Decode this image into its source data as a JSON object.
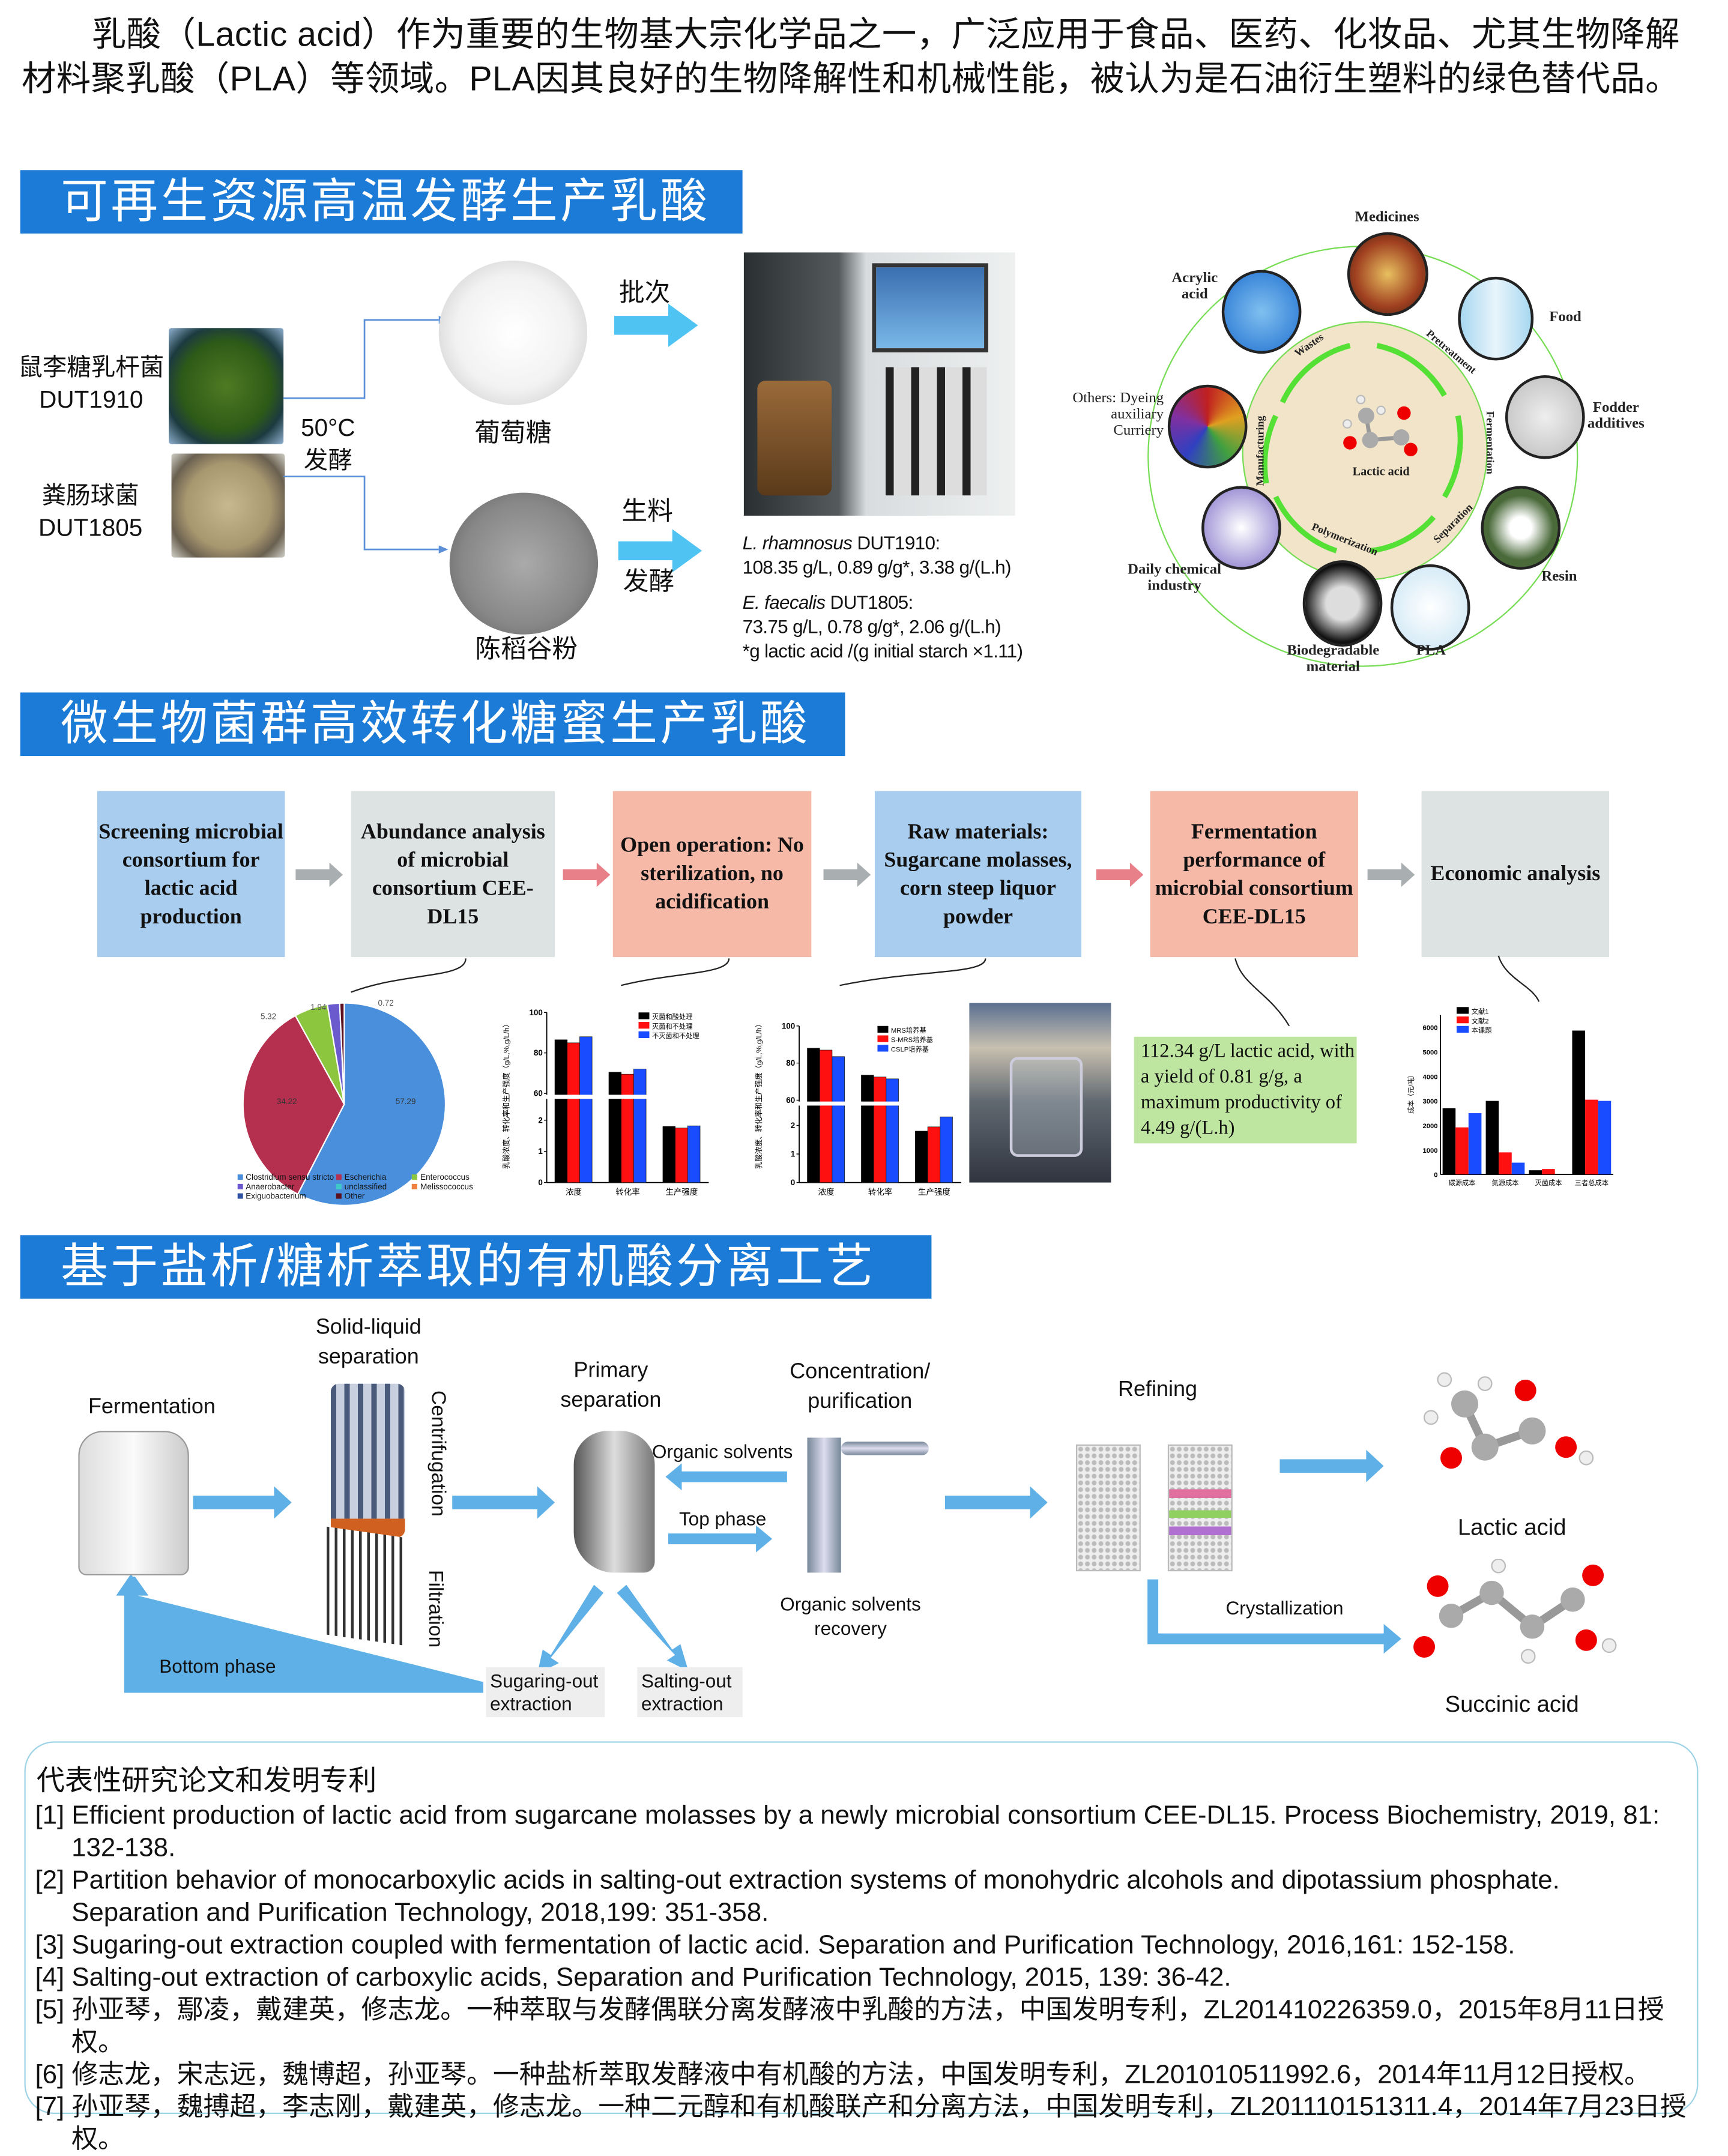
{
  "intro": "乳酸（Lactic acid）作为重要的生物基大宗化学品之一，广泛应用于食品、医药、化妆品、尤其生物降解材料聚乳酸（PLA）等领域。PLA因其良好的生物降解性和机械性能，被认为是石油衍生塑料的绿色替代品。",
  "section1": {
    "title": "可再生资源高温发酵生产乳酸",
    "strain1": "鼠李糖乳杆菌DUT1910",
    "strain2": "粪肠球菌DUT1805",
    "condition": "50°C 发酵",
    "substrate1": "葡萄糖",
    "substrate2": "陈稻谷粉",
    "mode1": "批次",
    "mode2a": "生料",
    "mode2b": "发酵",
    "result1_name_italic": "L. rhamnosus",
    "result1_name": " DUT1910:",
    "result1_values": "108.35 g/L, 0.89 g/g*, 3.38 g/(L.h)",
    "result2_name_italic": "E. faecalis",
    "result2_name": " DUT1805:",
    "result2_values": "73.75 g/L, 0.78 g/g*, 2.06 g/(L.h)",
    "footnote": "*g lactic acid /(g initial starch ×1.11)",
    "cycle": {
      "center": "Lactic acid",
      "steps": [
        "Wastes",
        "Pretreatment",
        "Fermentation",
        "Separation",
        "Polymerization",
        "Manufacturing"
      ],
      "applications": [
        "Medicines",
        "Food",
        "Fodder additives",
        "Resin",
        "PLA",
        "Biodegradable material",
        "Daily chemical industry",
        "Others: Dyeing auxiliary Curriery",
        "Acrylic acid"
      ]
    }
  },
  "section2": {
    "title": "微生物菌群高效转化糖蜜生产乳酸",
    "steps": [
      "Screening microbial consortium for lactic acid production",
      "Abundance analysis of microbial consortium CEE-DL15",
      "Open operation: No sterilization, no acidification",
      "Raw materials: Sugarcane molasses, corn steep liquor powder",
      "Fermentation performance of microbial consortium CEE-DL15",
      "Economic analysis"
    ],
    "result_box": "112.34 g/L lactic acid, with a yield of 0.81 g/g, a maximum productivity of 4.49 g/(L.h)"
  },
  "charts": {
    "pie": {
      "type": "pie",
      "labels": [
        "Clostridium sensu stricto",
        "Escherichia",
        "Enterococcus",
        "Anaerobacter",
        "Other"
      ],
      "values": [
        57.29,
        34.22,
        5.32,
        1.94,
        0.72
      ],
      "value_labels": [
        "57.29",
        "34.22",
        "5.32",
        "1.94",
        "0.72"
      ],
      "colors": [
        "#4a8fdc",
        "#b5304f",
        "#8cc63f",
        "#6a5acd",
        "#5a1020"
      ],
      "legend": [
        "Clostridium sensu stricto",
        "Escherichia",
        "Enterococcus",
        "Anaerobacter",
        "unclassified",
        "Melissococcus",
        "Exiguobacterium",
        "Other"
      ],
      "legend_colors": [
        "#4a8fdc",
        "#b5304f",
        "#8cc63f",
        "#6a5acd",
        "#40c8c8",
        "#f08040",
        "#3050a0",
        "#5a1020"
      ]
    },
    "bar1": {
      "type": "bar",
      "ylabel": "乳酸浓度、转化率和生产强度（g/L,%,g/L/h）",
      "categories": [
        "浓度",
        "转化率",
        "生产强度"
      ],
      "yticks": [
        "0",
        "1",
        "2",
        "60",
        "80",
        "100"
      ],
      "series": [
        {
          "name": "灭菌和酸处理",
          "color": "#000000",
          "values": [
            86.5,
            70.5,
            1.8
          ]
        },
        {
          "name": "灭菌和不处理",
          "color": "#ff1010",
          "values": [
            85,
            69.5,
            1.75
          ]
        },
        {
          "name": "不灭菌和不处理",
          "color": "#1a4cff",
          "values": [
            88,
            72,
            1.82
          ]
        }
      ]
    },
    "bar2": {
      "type": "bar",
      "ylabel": "乳酸浓度、转化率和生产强度（g/L,%,g/L/h）",
      "categories": [
        "浓度",
        "转化率",
        "生产强度"
      ],
      "yticks": [
        "0",
        "1",
        "2",
        "60",
        "80",
        "100"
      ],
      "series": [
        {
          "name": "MRS培养基",
          "color": "#000000",
          "values": [
            88,
            73.5,
            1.8
          ]
        },
        {
          "name": "S-MRS培养基",
          "color": "#ff1010",
          "values": [
            87,
            72.5,
            1.95
          ]
        },
        {
          "name": "CSLP培养基",
          "color": "#1a4cff",
          "values": [
            83.5,
            71.5,
            2.3
          ]
        }
      ]
    },
    "cost": {
      "type": "bar",
      "ylabel": "成本（元/吨）",
      "categories": [
        "碳源成本",
        "氮源成本",
        "灭菌成本",
        "三者总成本"
      ],
      "yticks": [
        "0",
        "1000",
        "2000",
        "3000",
        "4000",
        "5000",
        "6000"
      ],
      "ylim": [
        0,
        6500
      ],
      "series": [
        {
          "name": "文献1",
          "color": "#000000",
          "values": [
            2700,
            3000,
            170,
            5870
          ]
        },
        {
          "name": "文献2",
          "color": "#ff1010",
          "values": [
            1920,
            900,
            220,
            3050
          ]
        },
        {
          "name": "本课题",
          "color": "#1a4cff",
          "values": [
            2500,
            480,
            0,
            3000
          ]
        }
      ]
    }
  },
  "section3": {
    "title": "基于盐析/糖析萃取的有机酸分离工艺",
    "fermentation": "Fermentation",
    "solid_liquid": "Solid-liquid separation",
    "centrifugation": "Centrifugation",
    "filtration": "Filtration",
    "primary": "Primary separation",
    "organic_solvents": "Organic solvents",
    "top_phase": "Top phase",
    "concentration": "Concentration/ purification",
    "recovery": "Organic solvents recovery",
    "refining": "Refining",
    "lactic": "Lactic acid",
    "crystallization": "Crystallization",
    "succinic": "Succinic acid",
    "sugaring": "Sugaring-out extraction",
    "salting": "Salting-out extraction",
    "bottom_phase": "Bottom phase"
  },
  "references": {
    "title": "代表性研究论文和发明专利",
    "items": [
      "[1] Efficient production of lactic acid from sugarcane molasses by a newly microbial consortium CEE-DL15. Process Biochemistry, 2019, 81: 132-138.",
      "[2] Partition behavior of monocarboxylic acids in salting-out extraction systems of monohydric alcohols and dipotassium phosphate. Separation and Purification Technology, 2018,199: 351-358.",
      "[3] Sugaring-out extraction coupled with fermentation of lactic acid. Separation and Purification Technology, 2016,161: 152-158.",
      "[4] Salting-out extraction of carboxylic acids, Separation and Purification Technology, 2015, 139: 36-42.",
      "[5] 孙亚琴，鄢凌，戴建英，修志龙。一种萃取与发酵偶联分离发酵液中乳酸的方法，中国发明专利，ZL201410226359.0，2015年8月11日授权。",
      "[6] 修志龙，宋志远，魏博超，孙亚琴。一种盐析萃取发酵液中有机酸的方法，中国发明专利，ZL201010511992.6，2014年11月12日授权。",
      "[7] 孙亚琴，魏搏超，李志刚，戴建英，修志龙。一种二元醇和有机酸联产和分离方法，中国发明专利，ZL201110151311.4，2014年7月23日授权。"
    ]
  }
}
